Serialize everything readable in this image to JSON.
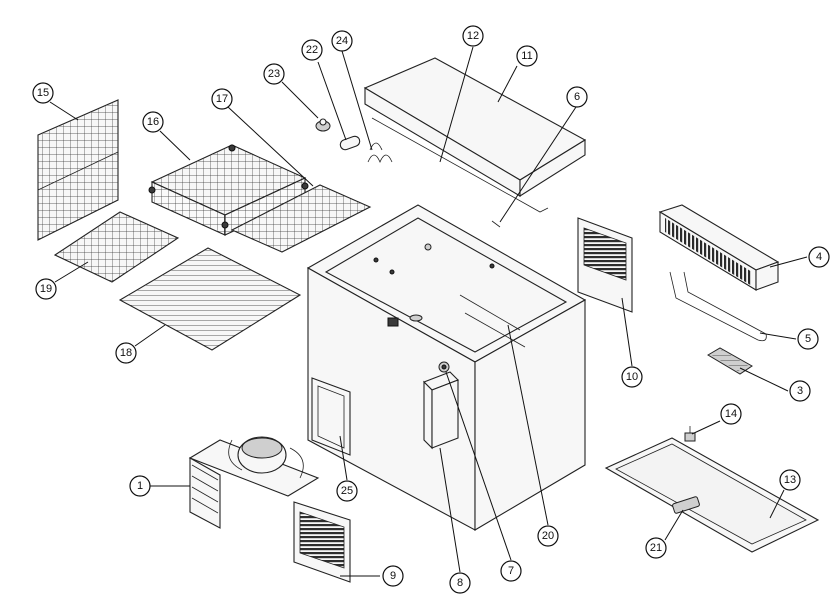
{
  "callouts": [
    {
      "id": "1",
      "label": "1"
    },
    {
      "id": "3",
      "label": "3"
    },
    {
      "id": "4",
      "label": "4"
    },
    {
      "id": "5",
      "label": "5"
    },
    {
      "id": "6",
      "label": "6"
    },
    {
      "id": "7",
      "label": "7"
    },
    {
      "id": "8",
      "label": "8"
    },
    {
      "id": "9",
      "label": "9"
    },
    {
      "id": "10",
      "label": "10"
    },
    {
      "id": "11",
      "label": "11"
    },
    {
      "id": "12",
      "label": "12"
    },
    {
      "id": "13",
      "label": "13"
    },
    {
      "id": "14",
      "label": "14"
    },
    {
      "id": "15",
      "label": "15"
    },
    {
      "id": "16",
      "label": "16"
    },
    {
      "id": "17",
      "label": "17"
    },
    {
      "id": "18",
      "label": "18"
    },
    {
      "id": "19",
      "label": "19"
    },
    {
      "id": "20",
      "label": "20"
    },
    {
      "id": "21",
      "label": "21"
    },
    {
      "id": "22",
      "label": "22"
    },
    {
      "id": "23",
      "label": "23"
    },
    {
      "id": "24",
      "label": "24"
    },
    {
      "id": "25",
      "label": "25"
    }
  ]
}
